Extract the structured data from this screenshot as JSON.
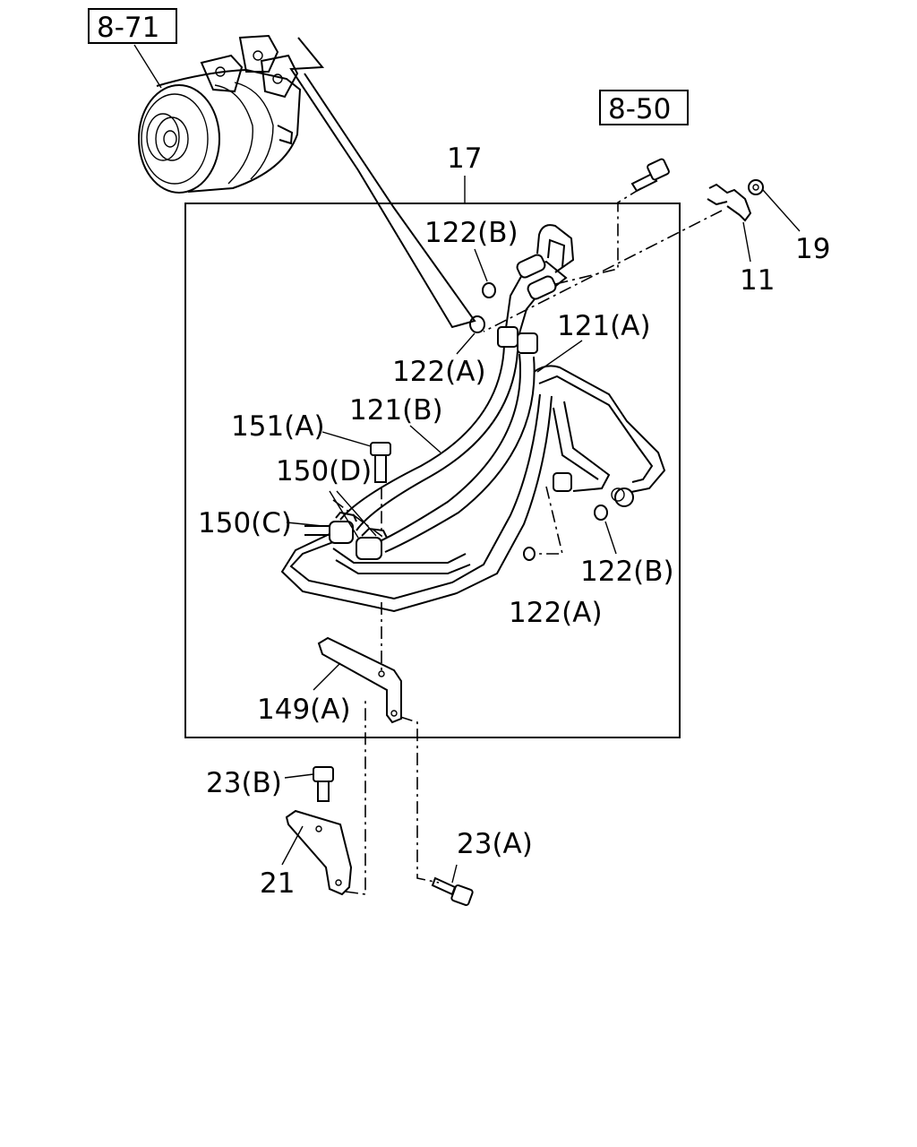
{
  "labels": {
    "ref_compressor": "8-71",
    "ref_bolt": "8-50",
    "p17": "17",
    "p19": "19",
    "p11": "11",
    "p122b_top": "122(B)",
    "p122a_top": "122(A)",
    "p121a": "121(A)",
    "p121b": "121(B)",
    "p151a": "151(A)",
    "p150d": "150(D)",
    "p150c": "150(C)",
    "p122b_low": "122(B)",
    "p122a_low": "122(A)",
    "p149a": "149(A)",
    "p23b": "23(B)",
    "p21": "21",
    "p23a": "23(A)"
  }
}
